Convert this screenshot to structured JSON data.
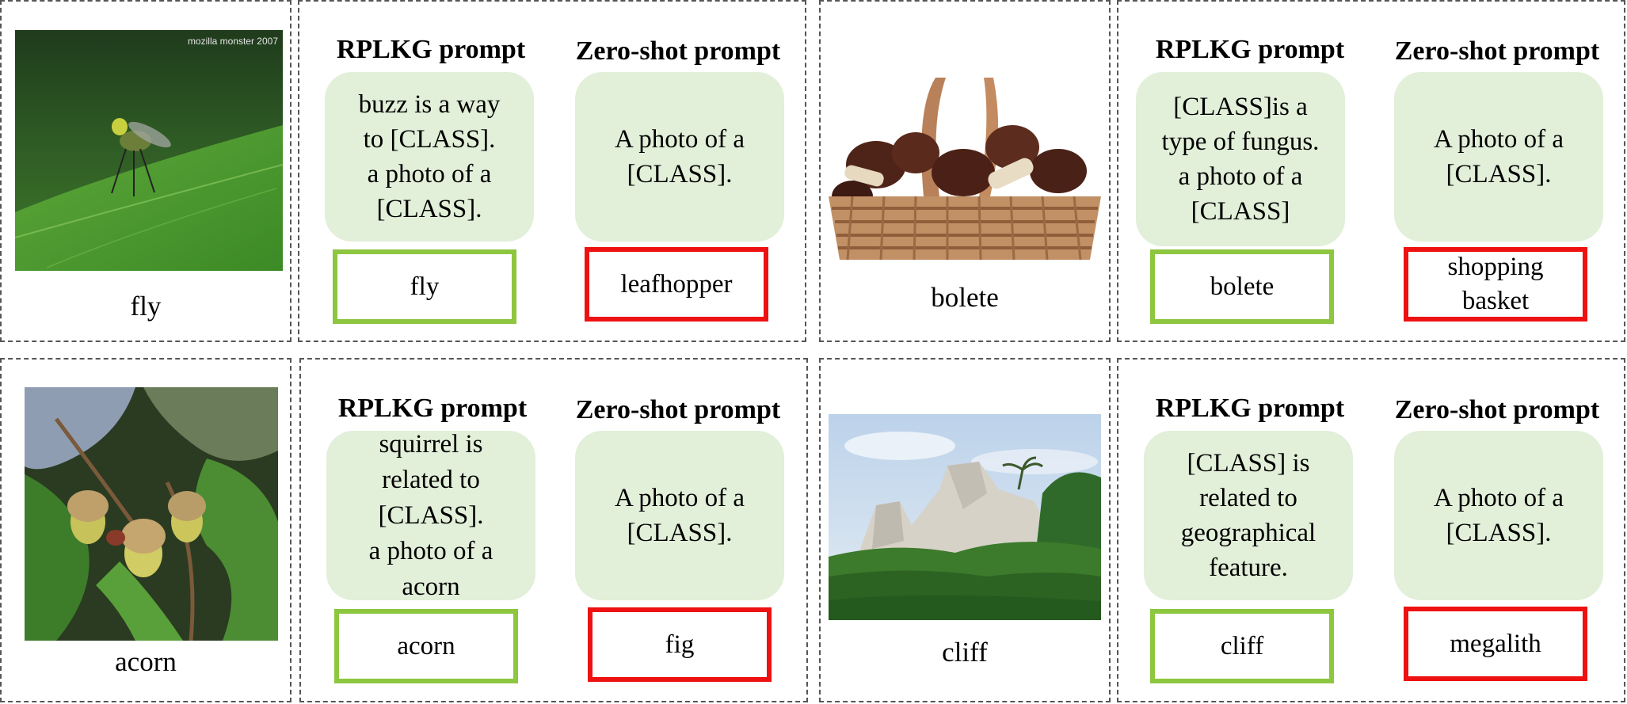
{
  "colors": {
    "bubble_fill": "#e2efd9",
    "correct_border": "#8dc63f",
    "wrong_border": "#ee1111",
    "panel_border": "#555555"
  },
  "examples": [
    {
      "image_icon": "fly-on-leaf-photo",
      "watermark": "mozilla monster 2007",
      "class_label": "fly",
      "rplkg_title": "RPLKG prompt",
      "rplkg_prompt": [
        "buzz is a way",
        "to [CLASS].",
        "a photo of a",
        "[CLASS]."
      ],
      "rplkg_prediction": [
        "fly"
      ],
      "zeroshot_title": "Zero-shot prompt",
      "zeroshot_prompt": [
        "A photo of a",
        "[CLASS]."
      ],
      "zeroshot_prediction": [
        "leafhopper"
      ]
    },
    {
      "image_icon": "mushroom-basket-photo",
      "class_label": "bolete",
      "rplkg_title": "RPLKG prompt",
      "rplkg_prompt": [
        "[CLASS]is a",
        "type of fungus.",
        "a photo of a",
        "[CLASS]"
      ],
      "rplkg_prediction": [
        "bolete"
      ],
      "zeroshot_title": "Zero-shot prompt",
      "zeroshot_prompt": [
        "A photo of a",
        "[CLASS]."
      ],
      "zeroshot_prediction": [
        "shopping",
        "basket"
      ]
    },
    {
      "image_icon": "acorn-branch-photo",
      "class_label": "acorn",
      "rplkg_title": "RPLKG prompt",
      "rplkg_prompt": [
        "squirrel is",
        "related to",
        "[CLASS].",
        "a photo of a",
        "acorn"
      ],
      "rplkg_prediction": [
        "acorn"
      ],
      "zeroshot_title": "Zero-shot prompt",
      "zeroshot_prompt": [
        "A photo of a",
        "[CLASS]."
      ],
      "zeroshot_prediction": [
        "fig"
      ]
    },
    {
      "image_icon": "cliff-rock-photo",
      "class_label": "cliff",
      "rplkg_title": "RPLKG prompt",
      "rplkg_prompt": [
        "[CLASS] is",
        "related to",
        "geographical",
        "feature."
      ],
      "rplkg_prediction": [
        "cliff"
      ],
      "zeroshot_title": "Zero-shot prompt",
      "zeroshot_prompt": [
        "A photo of a",
        "[CLASS]."
      ],
      "zeroshot_prediction": [
        "megalith"
      ]
    }
  ]
}
